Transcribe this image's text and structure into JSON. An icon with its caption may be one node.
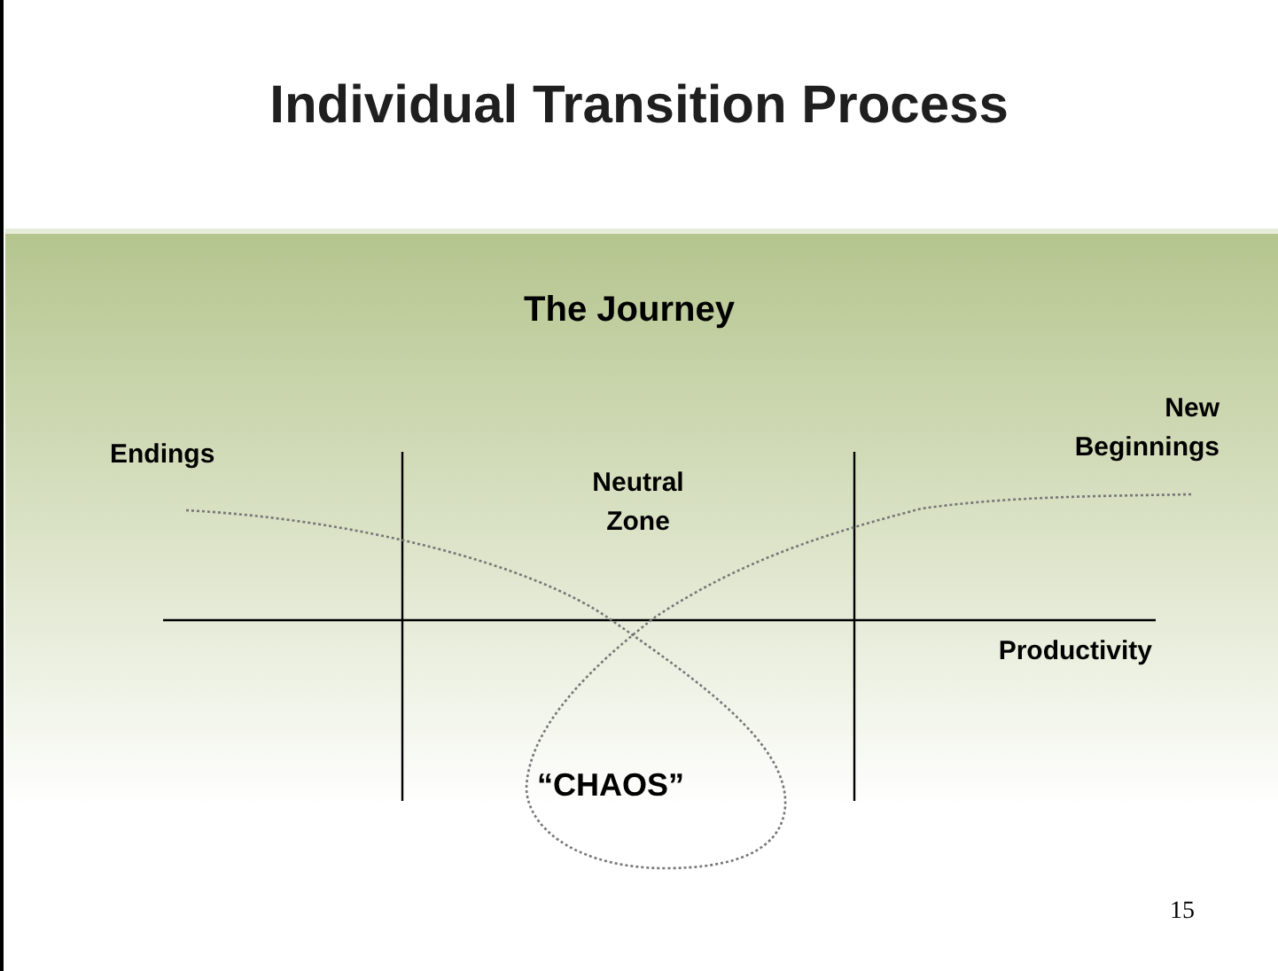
{
  "diagram": {
    "title": "Individual Transition Process",
    "labels": [
      "The Journey",
      "New Beginnings",
      "Endings",
      "Neutral Zone",
      "Productivity",
      "“CHAOS”",
      "15"
    ]
  }
}
